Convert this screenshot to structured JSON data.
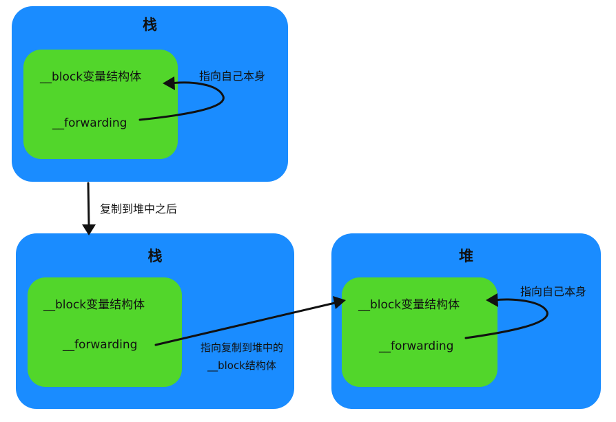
{
  "top": {
    "title": "栈",
    "block_label": "__block变量结构体",
    "forwarding_label": "__forwarding",
    "self_note": "指向自己本身"
  },
  "transition_note": "复制到堆中之后",
  "bottom_left": {
    "title": "栈",
    "block_label": "__block变量结构体",
    "forwarding_label": "__forwarding"
  },
  "cross_note": {
    "line1": "指向复制到堆中的",
    "line2": "__block结构体"
  },
  "bottom_right": {
    "title": "堆",
    "block_label": "__block变量结构体",
    "forwarding_label": "__forwarding",
    "self_note": "指向自己本身"
  },
  "colors": {
    "container_blue": "#1a8cff",
    "struct_green": "#52d62b",
    "arrow_black": "#111111"
  }
}
